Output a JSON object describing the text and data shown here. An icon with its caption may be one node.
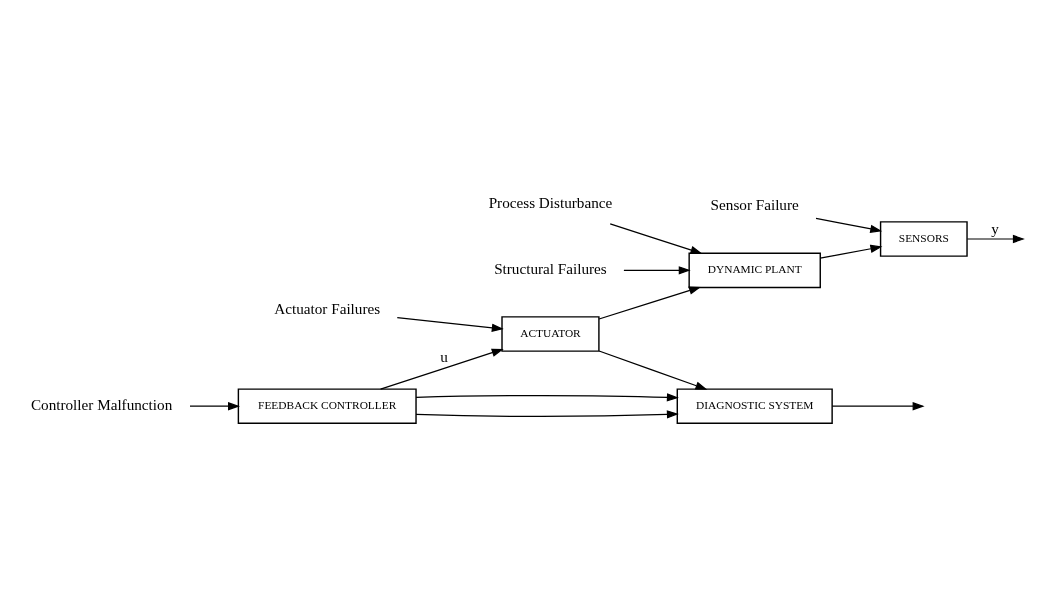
{
  "diagram": {
    "nodes": [
      {
        "text": [
          "FEEDBACK CONTROLLER"
        ]
      },
      {
        "text": [
          "Controller Malfunction"
        ]
      },
      {
        "text": [
          "Process Disturbance"
        ]
      },
      {
        "text": [
          "Sensor Failure"
        ]
      },
      {
        "text": [
          "ACTUATOR"
        ]
      },
      {
        "text": [
          "DYNAMIC PLANT"
        ]
      },
      {
        "text": [
          "SENSORS"
        ]
      },
      {
        "text": [
          "Actuator Failures"
        ]
      },
      {
        "text": [
          "Structural Failures"
        ]
      },
      {
        "text": [
          "DIAGNOSTIC SYSTEM"
        ]
      }
    ],
    "edges": [
      {
        "from": 0,
        "to": 4,
        "arrow": "to",
        "label": "u"
      },
      {
        "from": 0,
        "to": 9,
        "arrow": "to"
      },
      {
        "from": 0,
        "to": 9,
        "arrow": "to"
      },
      {
        "from": 1,
        "to": 0,
        "arrow": "to"
      },
      {
        "from": 2,
        "to": 5,
        "arrow": "to"
      },
      {
        "from": 3,
        "to": 6,
        "arrow": "to"
      },
      {
        "from": 7,
        "to": 4,
        "arrow": "to"
      },
      {
        "from": 8,
        "to": 5,
        "arrow": "to"
      },
      {
        "from": 4,
        "to": 5,
        "arrow": "to"
      },
      {
        "from": 4,
        "to": 9,
        "arrow": "to"
      },
      {
        "from": 5,
        "to": 6,
        "arrow": "to"
      },
      {
        "from": 6,
        "to": null,
        "arrow": "to",
        "label": "y"
      },
      {
        "from": 9,
        "to": null,
        "arrow": "to"
      }
    ]
  }
}
